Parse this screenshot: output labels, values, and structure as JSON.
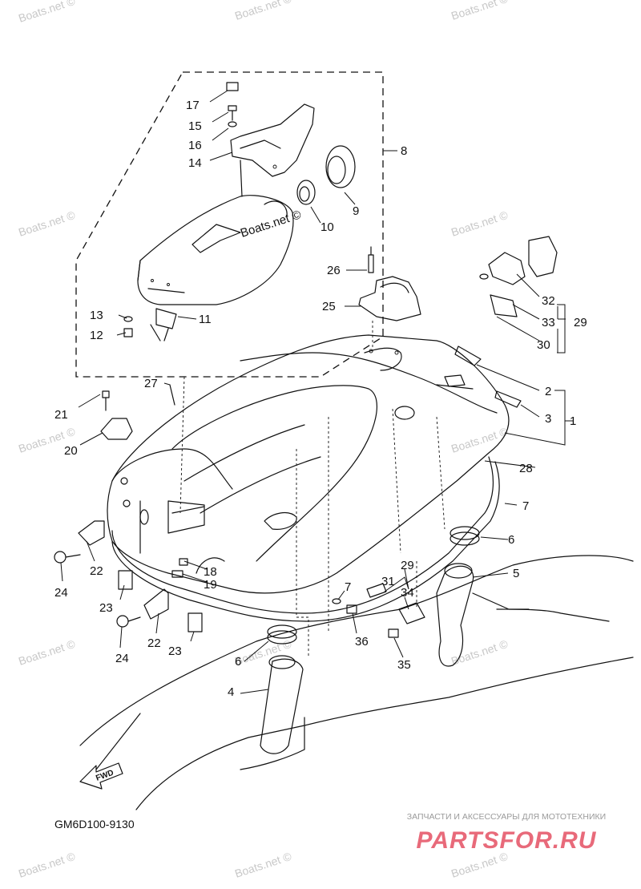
{
  "diagram": {
    "code": "GM6D100-9130",
    "fwd_label": "FWD",
    "inline_watermark": "Boats.net ©",
    "watermark": "Boats.net ©",
    "footer": {
      "tagline": "ЗАПЧАСТИ И АКСЕССУАРЫ ДЛЯ МОТОТЕХНИКИ",
      "logo": "PARTSFOR.RU",
      "logo_color": "#e86a7a",
      "tagline_color": "#9a9a9a"
    },
    "part_numbers": [
      "1",
      "2",
      "3",
      "4",
      "5",
      "6",
      "6",
      "7",
      "7",
      "8",
      "9",
      "10",
      "11",
      "12",
      "13",
      "14",
      "15",
      "16",
      "17",
      "18",
      "19",
      "20",
      "21",
      "22",
      "22",
      "23",
      "23",
      "24",
      "24",
      "25",
      "26",
      "27",
      "28",
      "29",
      "29",
      "30",
      "31",
      "32",
      "33",
      "34",
      "35",
      "36"
    ]
  }
}
